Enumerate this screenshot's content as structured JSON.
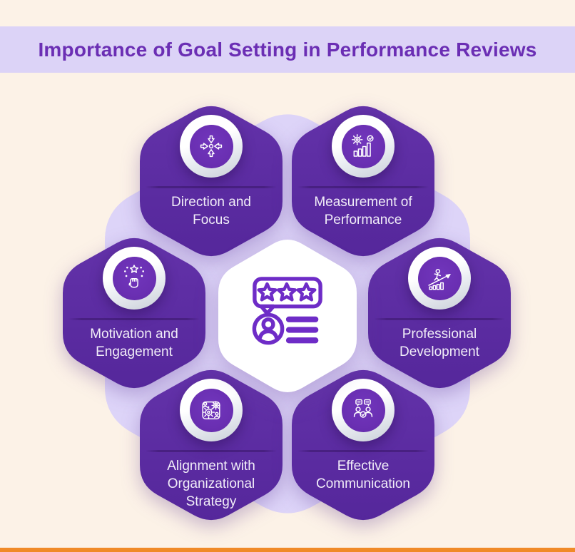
{
  "header": {
    "title": "Importance of Goal Setting in Performance Reviews"
  },
  "hexagons": [
    {
      "name": "direction-focus",
      "icon": "converge-arrows-icon",
      "lines": [
        "Direction and",
        "Focus"
      ]
    },
    {
      "name": "measurement-performance",
      "icon": "gear-chart-icon",
      "lines": [
        "Measurement of",
        "Performance"
      ]
    },
    {
      "name": "motivation-engagement",
      "icon": "fist-star-icon",
      "lines": [
        "Motivation and",
        "Engagement"
      ]
    },
    {
      "name": "professional-development",
      "icon": "person-growth-icon",
      "lines": [
        "Professional",
        "Development"
      ]
    },
    {
      "name": "alignment-strategy",
      "icon": "gears-people-icon",
      "lines": [
        "Alignment with",
        "Organizational",
        "Strategy"
      ]
    },
    {
      "name": "effective-communication",
      "icon": "people-chat-icon",
      "lines": [
        "Effective",
        "Communication"
      ]
    }
  ],
  "center": {
    "icon": "customer-review-icon"
  },
  "colors": {
    "background": "#FCF2E7",
    "header_band": "#DCD3F7",
    "header_text": "#6B2EB4",
    "hexagon": "#5B2B9E",
    "inner_circle": "#6A2FB2",
    "big_hexagon": "#DDD4F8",
    "center_hexagon": "#FFFFFF",
    "center_icon": "#6E2CC7",
    "label_text": "#F1EDF8",
    "footer_bar": "#F08A28"
  }
}
